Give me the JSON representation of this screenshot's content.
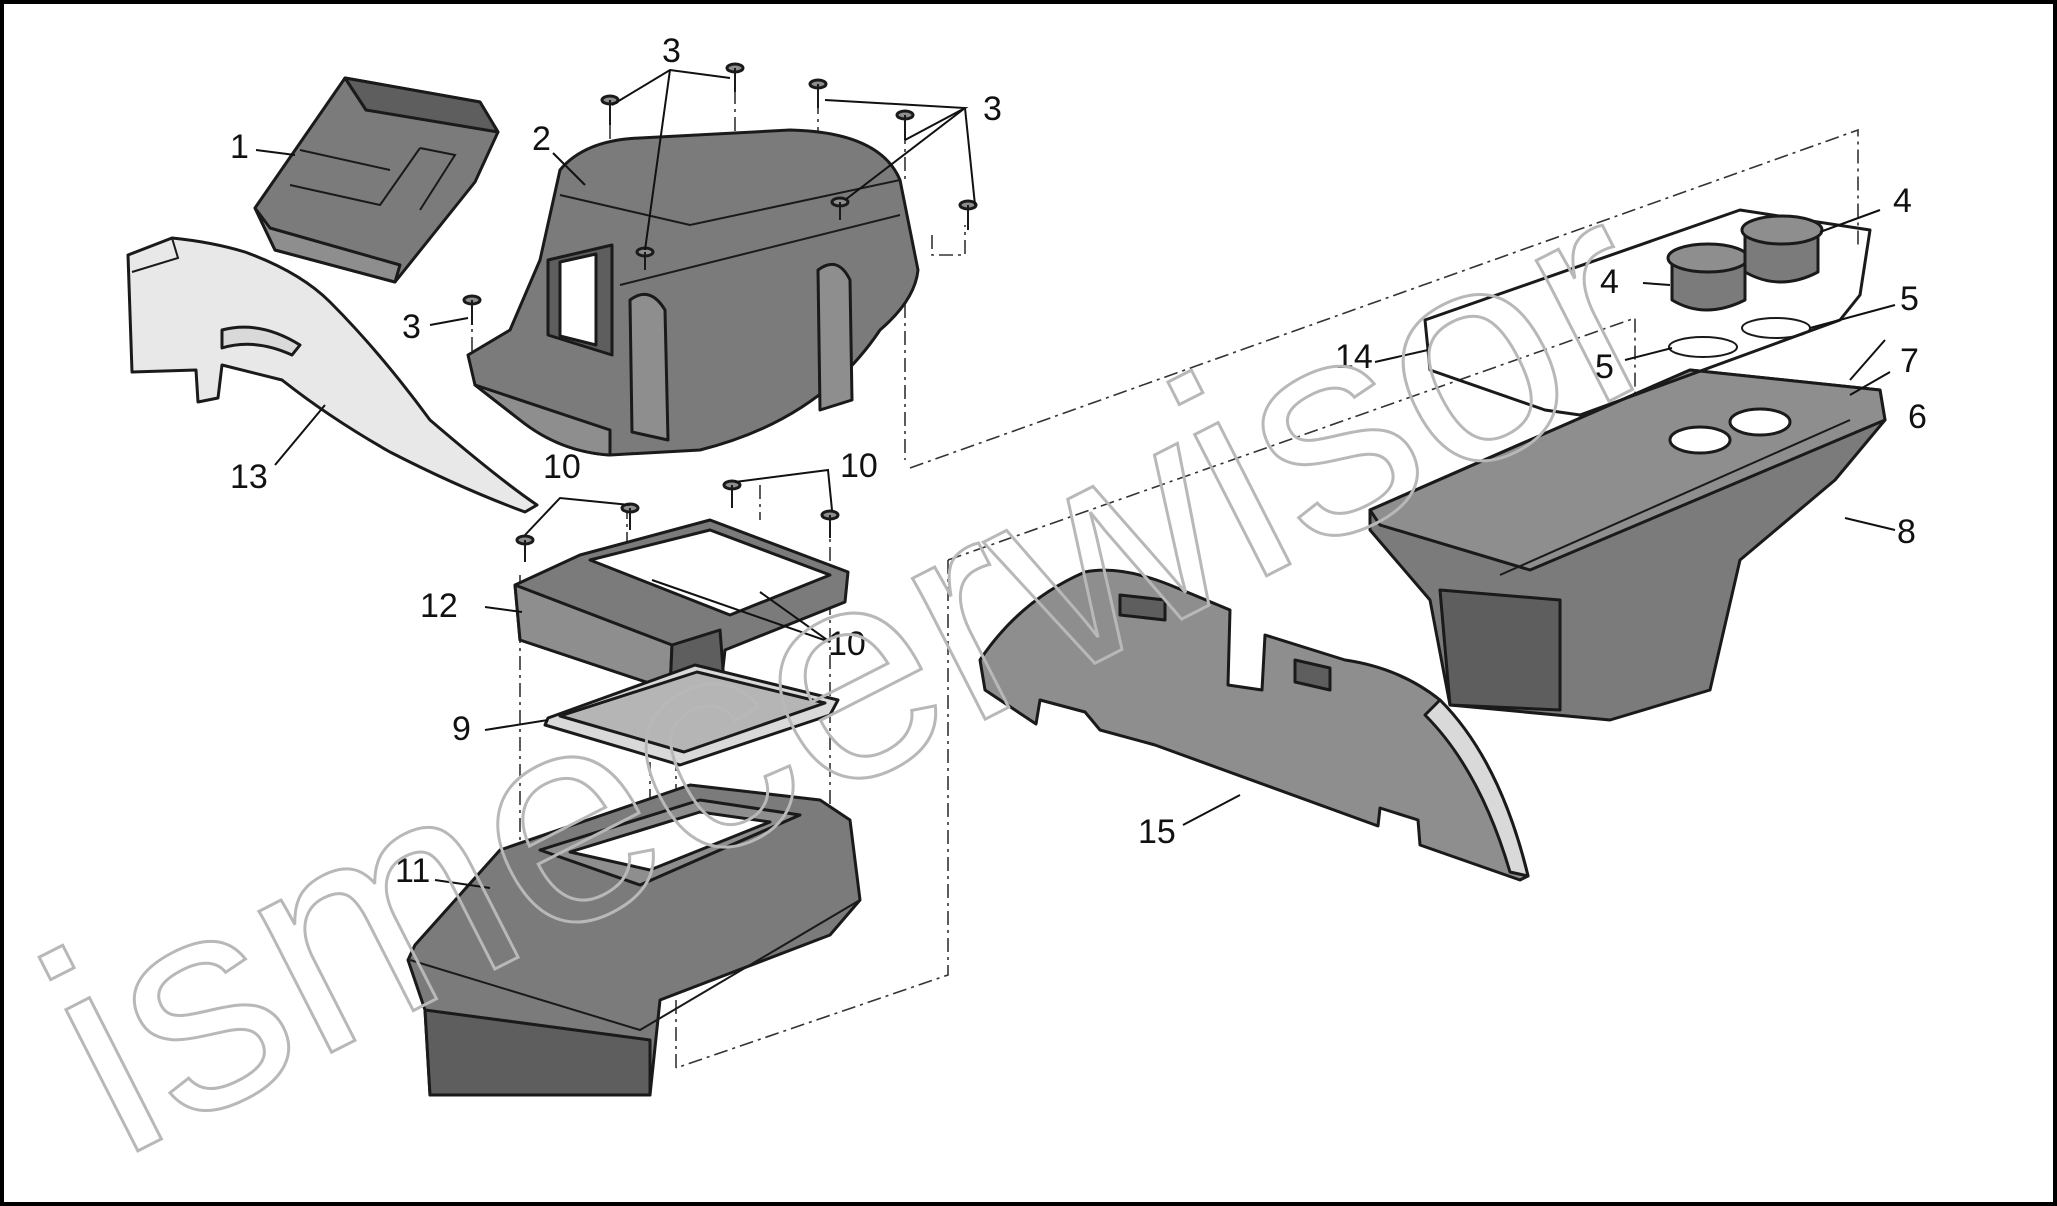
{
  "callouts": [
    {
      "id": "c1",
      "text": "1"
    },
    {
      "id": "c2",
      "text": "2"
    },
    {
      "id": "c3a",
      "text": "3"
    },
    {
      "id": "c3b",
      "text": "3"
    },
    {
      "id": "c3c",
      "text": "3"
    },
    {
      "id": "c4a",
      "text": "4"
    },
    {
      "id": "c4b",
      "text": "4"
    },
    {
      "id": "c5a",
      "text": "5"
    },
    {
      "id": "c5b",
      "text": "5"
    },
    {
      "id": "c6",
      "text": "6"
    },
    {
      "id": "c7",
      "text": "7"
    },
    {
      "id": "c8",
      "text": "8"
    },
    {
      "id": "c9",
      "text": "9"
    },
    {
      "id": "c10a",
      "text": "10"
    },
    {
      "id": "c10b",
      "text": "10"
    },
    {
      "id": "c10c",
      "text": "10"
    },
    {
      "id": "c11",
      "text": "11"
    },
    {
      "id": "c12",
      "text": "12"
    },
    {
      "id": "c13",
      "text": "13"
    },
    {
      "id": "c14",
      "text": "14"
    },
    {
      "id": "c15",
      "text": "15"
    }
  ],
  "watermark": {
    "text": "ismecerwisor"
  }
}
